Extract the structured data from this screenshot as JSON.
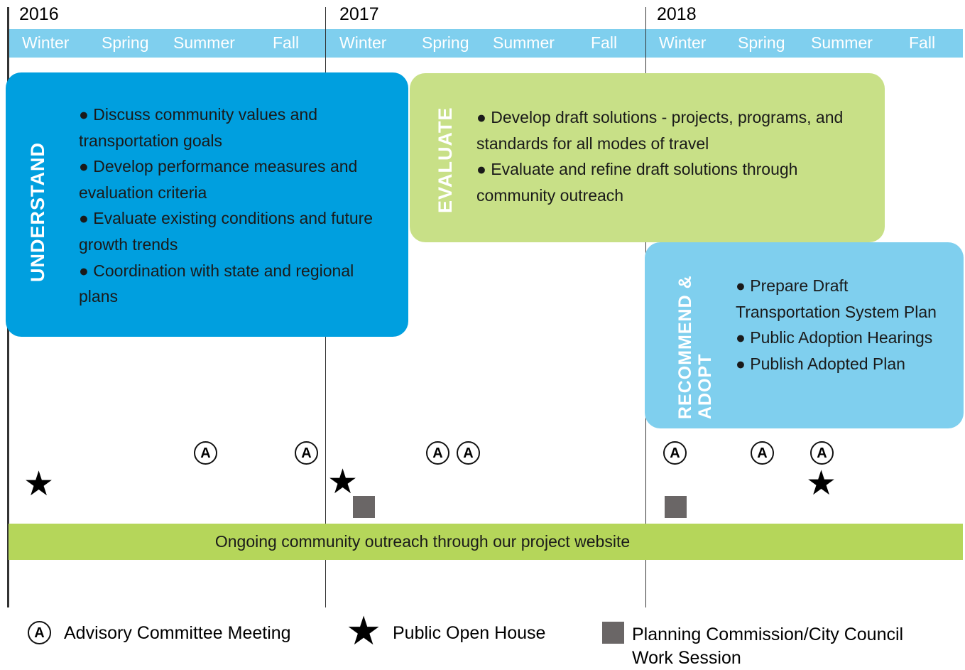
{
  "timeline": {
    "years": [
      "2016",
      "2017",
      "2018"
    ],
    "seasons": [
      "Winter",
      "Spring",
      "Summer",
      "Fall",
      "Winter",
      "Spring",
      "Summer",
      "Fall",
      "Winter",
      "Spring",
      "Summer",
      "Fall"
    ]
  },
  "phases": {
    "understand": {
      "title": "UNDERSTAND",
      "color": "#009fdf",
      "items": [
        "● Discuss community values and transportation goals",
        "● Develop performance measures and evaluation criteria",
        "● Evaluate existing conditions and future growth trends",
        "● Coordination with state and regional plans"
      ]
    },
    "evaluate": {
      "title": "EVALUATE",
      "color": "#c8e087",
      "items": [
        "● Develop draft solutions - projects, programs, and standards for all modes of travel",
        "● Evaluate and refine draft solutions through community outreach"
      ]
    },
    "recommend": {
      "title_line1": "RECOMMEND &",
      "title_line2": "ADOPT",
      "color": "#7fcfee",
      "items": [
        "● Prepare Draft Transportation System Plan",
        "● Public Adoption Hearings",
        "● Publish Adopted Plan"
      ]
    }
  },
  "markers": {
    "advisory_symbol": "A",
    "star_symbol": "★"
  },
  "outreach": {
    "text": "Ongoing community outreach through our project website",
    "color": "#b5d65a"
  },
  "legend": {
    "advisory_label": "Advisory Committee Meeting",
    "open_house_label": "Public Open House",
    "work_session_line1": "Planning Commission/City Council",
    "work_session_line2": "Work Session"
  }
}
